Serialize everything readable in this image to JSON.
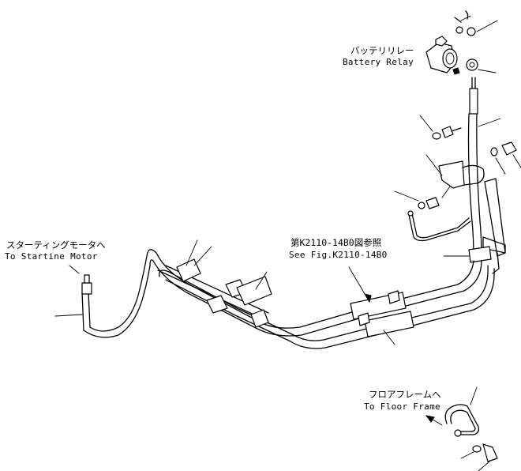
{
  "labels": {
    "battery_relay_jp": "バッテリリレー",
    "battery_relay_en": "Battery Relay",
    "starting_motor_jp": "スターティングモータへ",
    "starting_motor_en": "To Startine Motor",
    "see_fig_jp": "第K2110-14B0図参照",
    "see_fig_en": "See Fig.K2110-14B0",
    "floor_frame_jp": "フロアフレームへ",
    "floor_frame_en": "To Floor Frame"
  }
}
